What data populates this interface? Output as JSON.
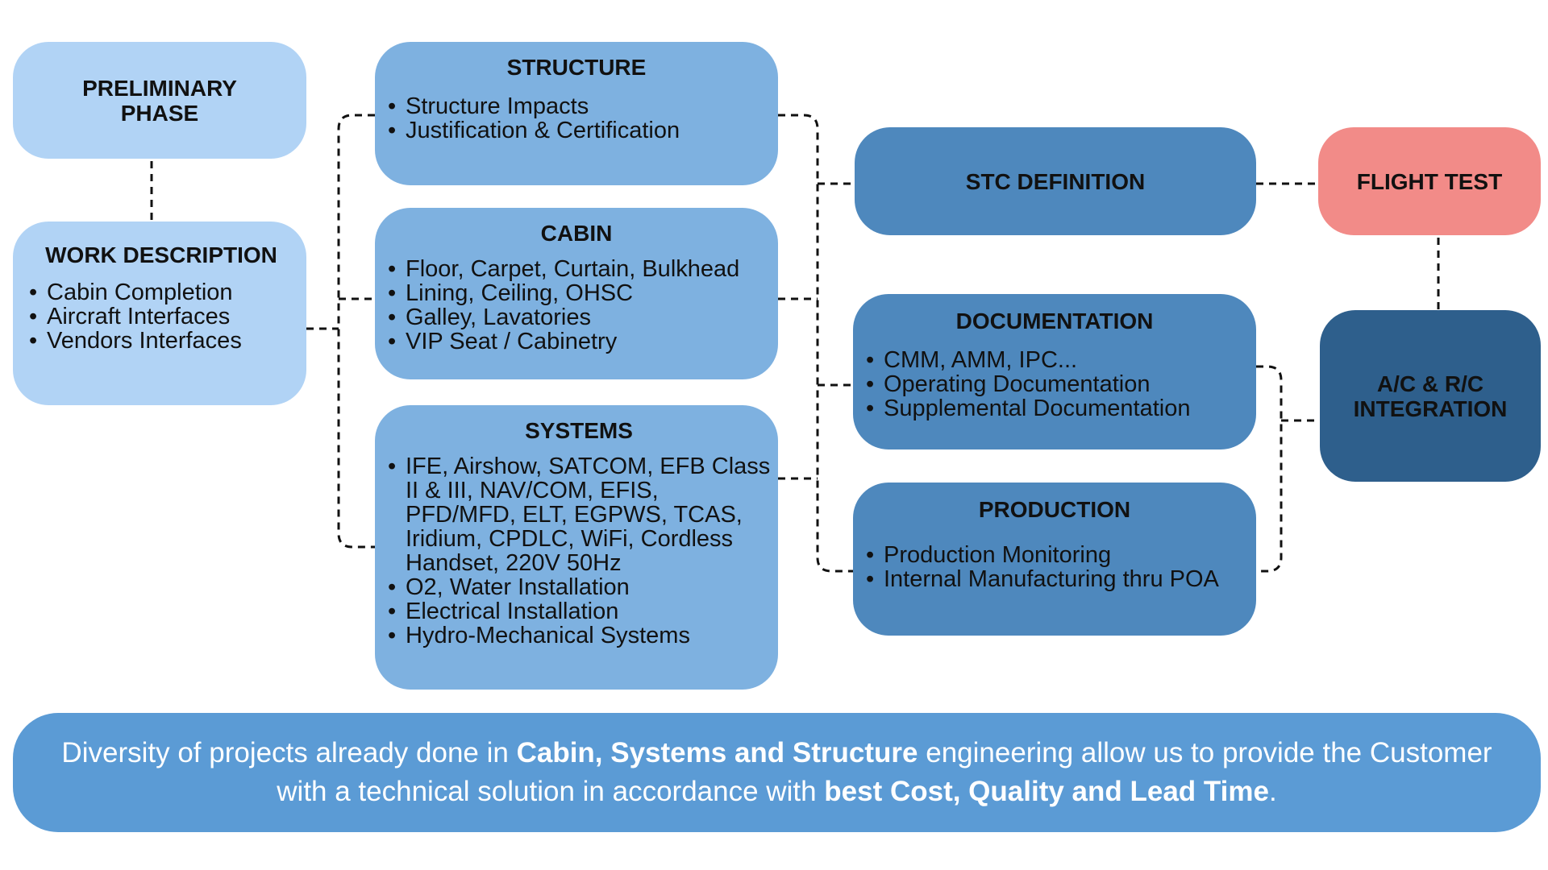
{
  "preliminary": {
    "title": "PRELIMINARY\nPHASE"
  },
  "work": {
    "title": "WORK DESCRIPTION",
    "items": [
      "Cabin Completion",
      "Aircraft Interfaces",
      "Vendors Interfaces"
    ]
  },
  "structure": {
    "title": "STRUCTURE",
    "items": [
      "Structure Impacts",
      "Justification & Certification"
    ]
  },
  "cabin": {
    "title": "CABIN",
    "items": [
      "Floor, Carpet, Curtain, Bulkhead",
      "Lining, Ceiling, OHSC",
      "Galley, Lavatories",
      "VIP Seat / Cabinetry"
    ]
  },
  "systems": {
    "title": "SYSTEMS",
    "items": [
      "IFE, Airshow, SATCOM, EFB Class II & III, NAV/COM, EFIS, PFD/MFD, ELT, EGPWS, TCAS, Iridium, CPDLC, WiFi, Cordless Handset, 220V 50Hz",
      "O2, Water Installation",
      "Electrical Installation",
      "Hydro-Mechanical Systems"
    ]
  },
  "stc": {
    "title": "STC DEFINITION"
  },
  "documentation": {
    "title": "DOCUMENTATION",
    "items": [
      "CMM, AMM, IPC...",
      "Operating Documentation",
      "Supplemental Documentation"
    ]
  },
  "production": {
    "title": "PRODUCTION",
    "items": [
      "Production Monitoring",
      "Internal Manufacturing thru POA"
    ]
  },
  "flight_test": {
    "title": "FLIGHT TEST"
  },
  "integration": {
    "title": "A/C & R/C\nINTEGRATION"
  },
  "banner": {
    "p1": "Diversity of projects already done in ",
    "b1": "Cabin, Systems and Structure",
    "p2": " engineering allow us to provide the Customer with a technical solution in accordance with ",
    "b2": "best Cost, Quality and Lead Time",
    "p3": "."
  },
  "colors": {
    "light": "#b1d3f5",
    "mid": "#7eb1e0",
    "dark": "#4e88bd",
    "navy": "#2e5f8c",
    "red": "#f28b88",
    "banner": "#5b9bd5"
  }
}
